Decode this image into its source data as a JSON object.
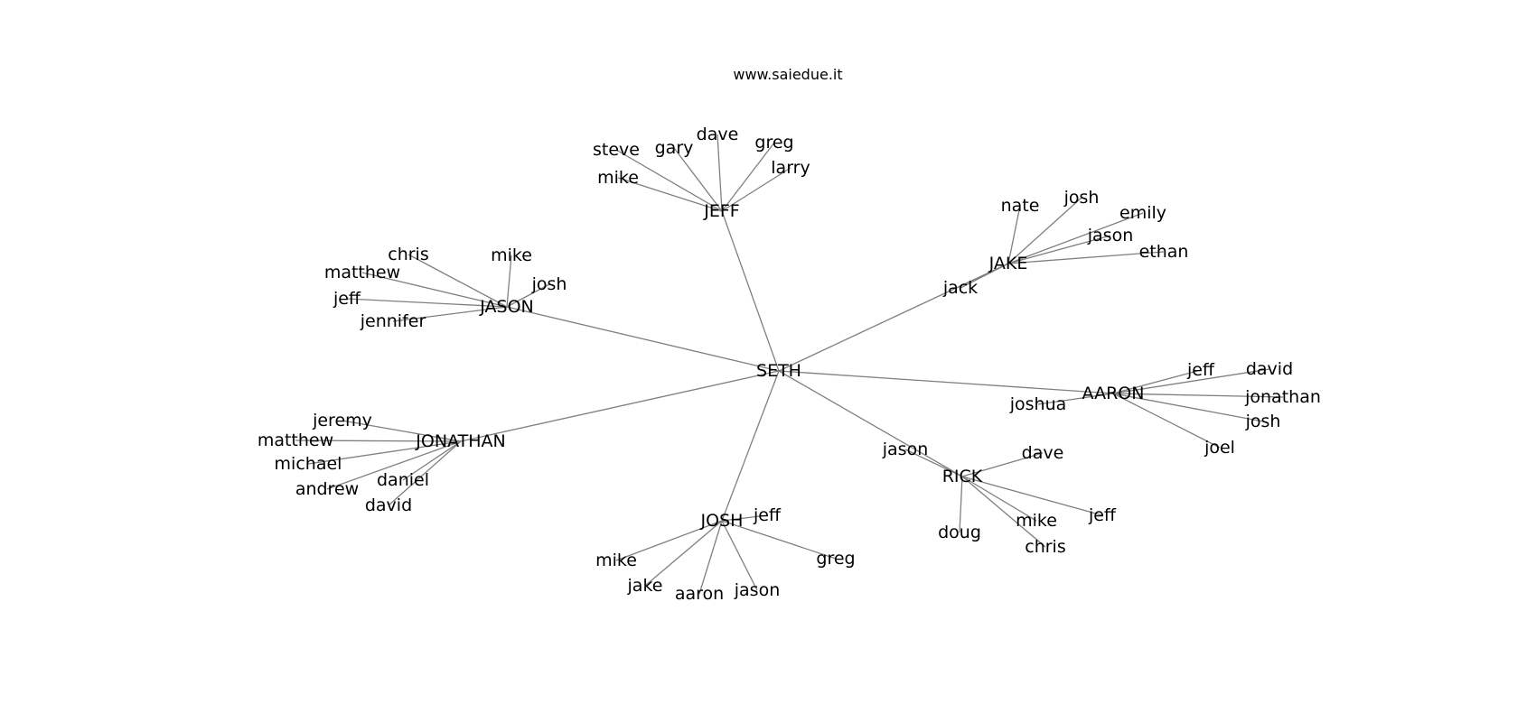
{
  "watermark": "www.saiedue.it",
  "graph": {
    "root": "SETH",
    "hubs": [
      {
        "id": "JEFF",
        "label": "JEFF",
        "children": [
          "steve",
          "gary",
          "dave",
          "greg",
          "mike",
          "larry"
        ]
      },
      {
        "id": "JAKE",
        "label": "JAKE",
        "children": [
          "nate",
          "josh",
          "emily",
          "jason",
          "ethan",
          "jack"
        ]
      },
      {
        "id": "JASON",
        "label": "JASON",
        "children": [
          "chris",
          "matthew",
          "mike",
          "josh",
          "jeff",
          "jennifer"
        ]
      },
      {
        "id": "AARON",
        "label": "AARON",
        "children": [
          "jeff",
          "david",
          "joshua",
          "jonathan",
          "josh",
          "joel"
        ]
      },
      {
        "id": "JONATHAN",
        "label": "JONATHAN",
        "children": [
          "jeremy",
          "matthew",
          "michael",
          "daniel",
          "andrew",
          "david"
        ]
      },
      {
        "id": "RICK",
        "label": "RICK",
        "children": [
          "jason",
          "dave",
          "jeff",
          "mike",
          "doug",
          "chris"
        ]
      },
      {
        "id": "JOSH",
        "label": "JOSH",
        "children": [
          "jeff",
          "mike",
          "greg",
          "jake",
          "aaron",
          "jason"
        ]
      }
    ]
  }
}
